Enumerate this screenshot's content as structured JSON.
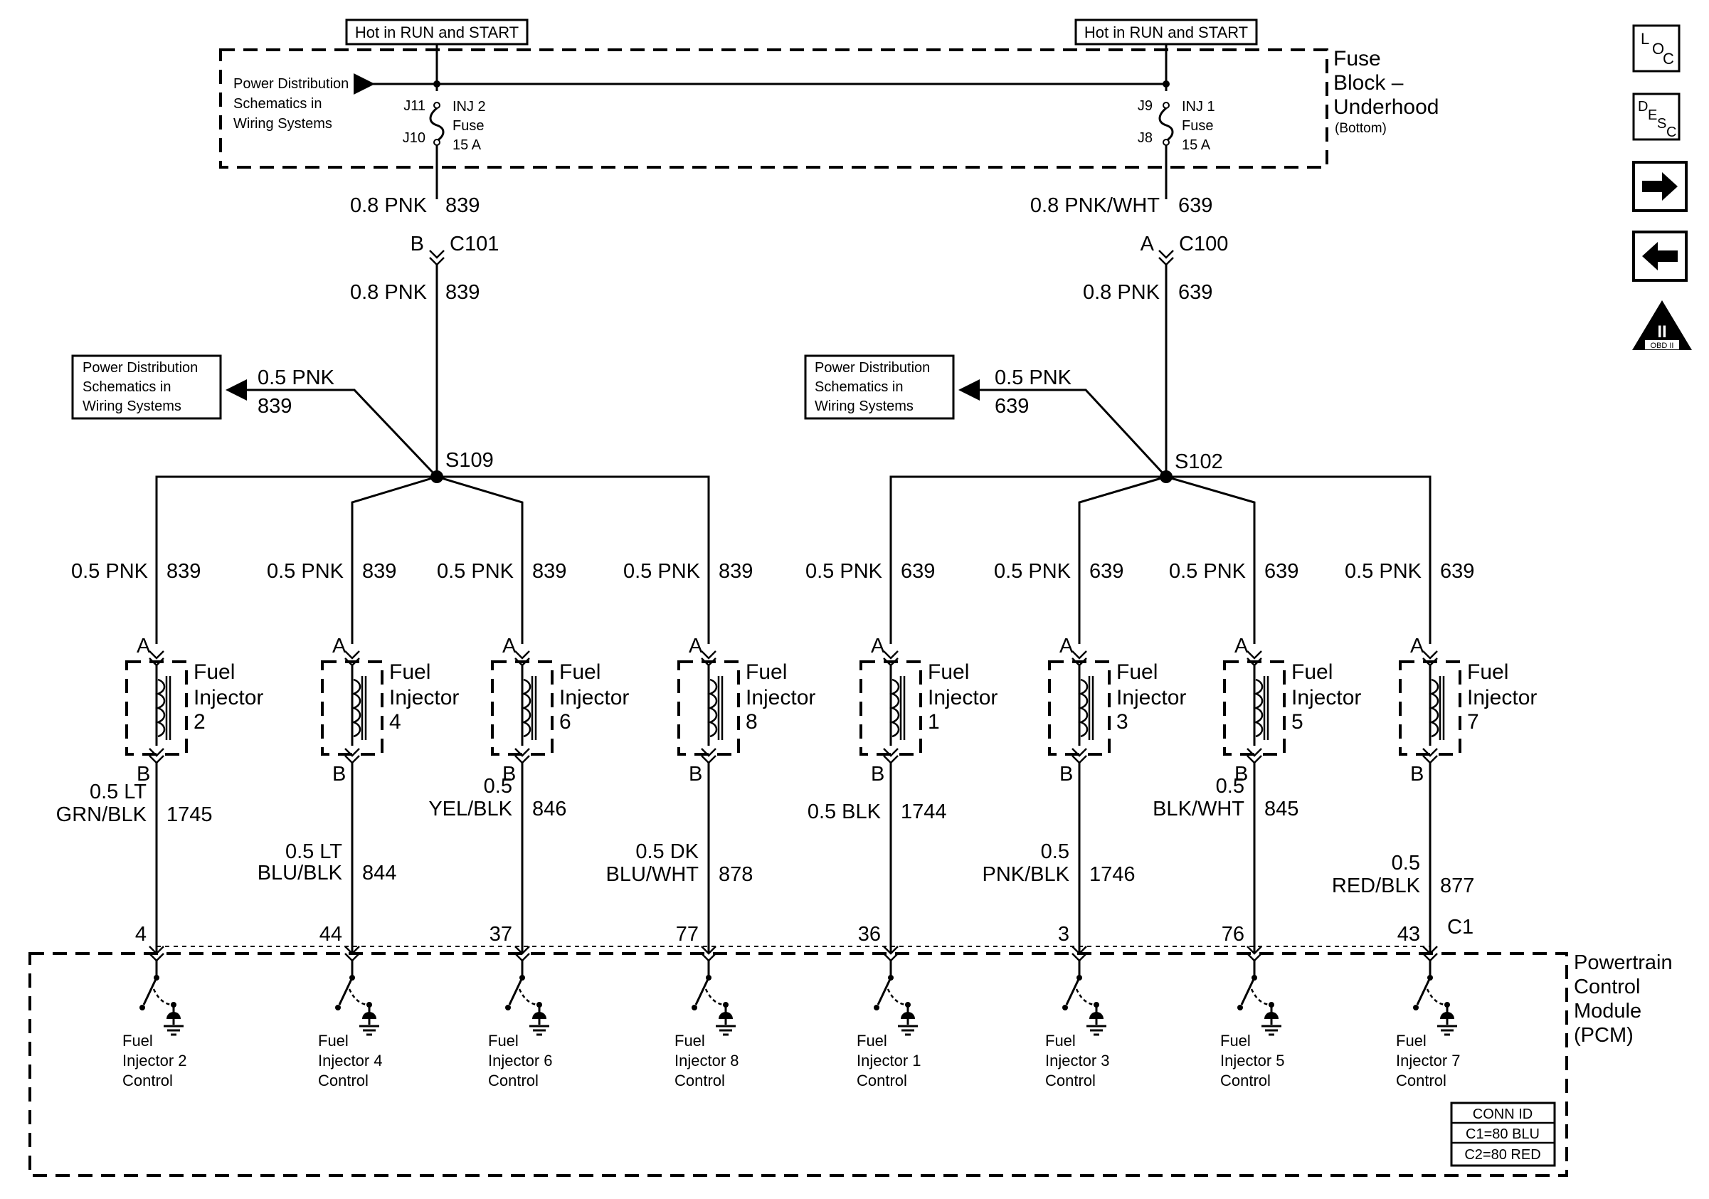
{
  "hot_labels": {
    "left": "Hot in RUN and START",
    "right": "Hot in RUN and START"
  },
  "fuse_block": {
    "title_lines": [
      "Fuse",
      "Block –",
      "Underhood"
    ],
    "subtitle": "(Bottom)",
    "power_dist_lines": [
      "Power Distribution",
      "Schematics in",
      "Wiring Systems"
    ],
    "left_fuse": {
      "top_pin": "J11",
      "bottom_pin": "J10",
      "label_lines": [
        "INJ 2",
        "Fuse",
        "15 A"
      ]
    },
    "right_fuse": {
      "top_pin": "J9",
      "bottom_pin": "J8",
      "label_lines": [
        "INJ 1",
        "Fuse",
        "15 A"
      ]
    }
  },
  "left_feed": {
    "upper_wire": "0.8 PNK",
    "upper_circuit": "839",
    "connector_pin": "B",
    "connector": "C101",
    "lower_wire": "0.8 PNK",
    "lower_circuit": "839",
    "branch_wire": "0.5 PNK",
    "branch_circuit": "839",
    "splice": "S109",
    "ref_box_lines": [
      "Power Distribution",
      "Schematics in",
      "Wiring Systems"
    ]
  },
  "right_feed": {
    "upper_wire": "0.8 PNK/WHT",
    "upper_circuit": "639",
    "connector_pin": "A",
    "connector": "C100",
    "lower_wire": "0.8 PNK",
    "lower_circuit": "639",
    "branch_wire": "0.5 PNK",
    "branch_circuit": "639",
    "splice": "S102",
    "ref_box_lines": [
      "Power Distribution",
      "Schematics in",
      "Wiring Systems"
    ]
  },
  "injector_label_lines": [
    "Fuel",
    "Injector"
  ],
  "injectors": [
    {
      "number": "2",
      "pin_a": "A",
      "pin_b": "B",
      "supply_wire": "0.5 PNK",
      "supply_circuit": "839",
      "control_wire_lines": [
        "0.5 LT",
        "GRN/BLK"
      ],
      "control_circuit": "1745",
      "pcm_pin": "4",
      "control_lines": [
        "Fuel",
        "Injector  2",
        "Control"
      ]
    },
    {
      "number": "4",
      "pin_a": "A",
      "pin_b": "B",
      "supply_wire": "0.5 PNK",
      "supply_circuit": "839",
      "control_wire_lines": [
        "0.5 LT",
        "BLU/BLK"
      ],
      "control_circuit": "844",
      "pcm_pin": "44",
      "control_lines": [
        "Fuel",
        "Injector  4",
        "Control"
      ]
    },
    {
      "number": "6",
      "pin_a": "A",
      "pin_b": "B",
      "supply_wire": "0.5 PNK",
      "supply_circuit": "839",
      "control_wire_lines": [
        "0.5",
        "YEL/BLK"
      ],
      "control_circuit": "846",
      "pcm_pin": "37",
      "control_lines": [
        "Fuel",
        "Injector  6",
        "Control"
      ]
    },
    {
      "number": "8",
      "pin_a": "A",
      "pin_b": "B",
      "supply_wire": "0.5 PNK",
      "supply_circuit": "839",
      "control_wire_lines": [
        "0.5 DK",
        "BLU/WHT"
      ],
      "control_circuit": "878",
      "pcm_pin": "77",
      "control_lines": [
        "Fuel",
        "Injector  8",
        "Control"
      ]
    },
    {
      "number": "1",
      "pin_a": "A",
      "pin_b": "B",
      "supply_wire": "0.5 PNK",
      "supply_circuit": "639",
      "control_wire_lines": [
        "0.5 BLK"
      ],
      "control_circuit": "1744",
      "pcm_pin": "36",
      "control_lines": [
        "Fuel",
        "Injector  1",
        "Control"
      ]
    },
    {
      "number": "3",
      "pin_a": "A",
      "pin_b": "B",
      "supply_wire": "0.5 PNK",
      "supply_circuit": "639",
      "control_wire_lines": [
        "0.5",
        "PNK/BLK"
      ],
      "control_circuit": "1746",
      "pcm_pin": "3",
      "control_lines": [
        "Fuel",
        "Injector  3",
        "Control"
      ]
    },
    {
      "number": "5",
      "pin_a": "A",
      "pin_b": "B",
      "supply_wire": "0.5 PNK",
      "supply_circuit": "639",
      "control_wire_lines": [
        "0.5",
        "BLK/WHT"
      ],
      "control_circuit": "845",
      "pcm_pin": "76",
      "control_lines": [
        "Fuel",
        "Injector  5",
        "Control"
      ]
    },
    {
      "number": "7",
      "pin_a": "A",
      "pin_b": "B",
      "supply_wire": "0.5 PNK",
      "supply_circuit": "639",
      "control_wire_lines": [
        "0.5",
        "RED/BLK"
      ],
      "control_circuit": "877",
      "pcm_pin": "43",
      "control_lines": [
        "Fuel",
        "Injector  7",
        "Control"
      ]
    }
  ],
  "pcm": {
    "connector": "C1",
    "title_lines": [
      "Powertrain",
      "Control",
      "Module",
      "(PCM)"
    ],
    "conn_id": {
      "header": "CONN ID",
      "rows": [
        "C1=80 BLU",
        "C2=80 RED"
      ]
    }
  },
  "nav_icons": {
    "loc": {
      "letters": [
        "L",
        "O",
        "C"
      ]
    },
    "desc": {
      "letters": [
        "D",
        "E",
        "S",
        "C"
      ]
    },
    "forward": "right-arrow-icon",
    "back": "left-arrow-icon",
    "obd": {
      "numeral": "II",
      "caption": "OBD II"
    }
  }
}
